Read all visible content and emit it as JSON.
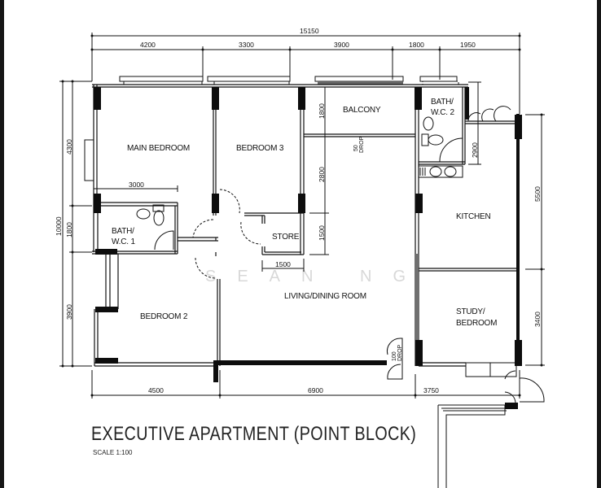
{
  "title": "EXECUTIVE APARTMENT (POINT BLOCK)",
  "scale": "SCALE   1:100",
  "watermark": "SEAN NG",
  "rooms": {
    "main_bedroom": "MAIN BEDROOM",
    "bedroom_3": "BEDROOM 3",
    "balcony": "BALCONY",
    "bath_wc_2_line1": "BATH/",
    "bath_wc_2_line2": "W.C. 2",
    "bath_wc_1_line1": "BATH/",
    "bath_wc_1_line2": "W.C. 1",
    "store": "STORE",
    "kitchen": "KITCHEN",
    "living_dining": "LIVING/DINING ROOM",
    "bedroom_2": "BEDROOM 2",
    "study_line1": "STUDY/",
    "study_line2": "BEDROOM"
  },
  "dimensions": {
    "top_total": "15150",
    "top": [
      "4200",
      "3300",
      "3900",
      "1800",
      "1950"
    ],
    "left_total": "10000",
    "left": [
      "4300",
      "1800",
      "3900"
    ],
    "right": [
      "5500",
      "3400"
    ],
    "bottom": [
      "4500",
      "6900",
      "3750"
    ],
    "internal": {
      "main_bedroom_width": "3000",
      "balcony_depth": "1800",
      "corridor_2800": "2800",
      "store_depth": "1500",
      "store_width": "1500",
      "bath2_depth": "2900"
    },
    "drops": {
      "balcony_drop_value": "50",
      "balcony_drop_label": "DROP",
      "entry_drop_value": "100",
      "entry_drop_label": "DROP"
    }
  },
  "colors": {
    "line": "#111111",
    "background": "#ffffff",
    "watermark": "#d8d8d8",
    "edge": "#161616"
  }
}
